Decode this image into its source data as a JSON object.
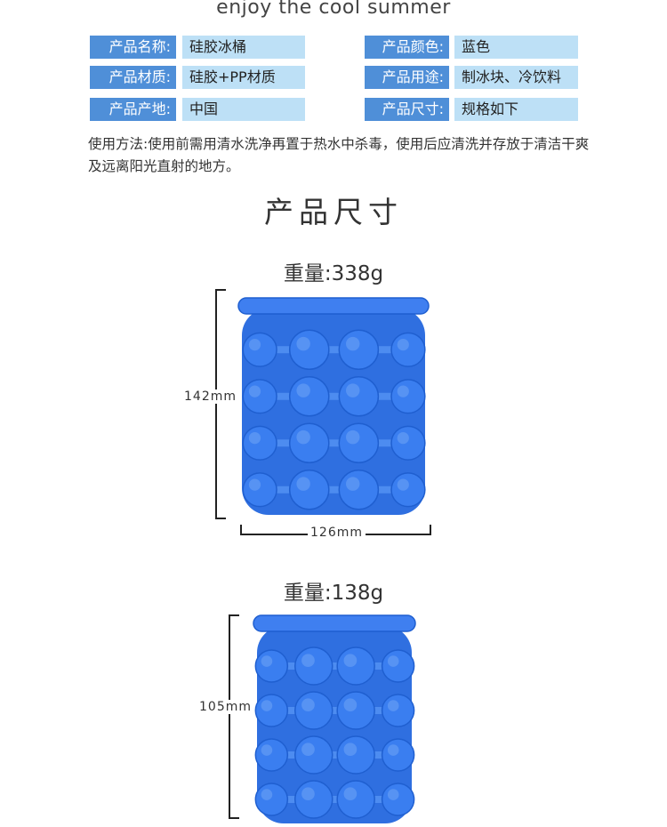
{
  "header": {
    "title": "enjoy the cool summer"
  },
  "specs": {
    "left": [
      {
        "label": "产品名称:",
        "value": "硅胶冰桶"
      },
      {
        "label": "产品材质:",
        "value": "硅胶+PP材质"
      },
      {
        "label": "产品产地:",
        "value": "中国"
      }
    ],
    "right": [
      {
        "label": "产品颜色:",
        "value": "蓝色"
      },
      {
        "label": "产品用途:",
        "value": "制冰块、冷饮料"
      },
      {
        "label": "产品尺寸:",
        "value": "规格如下"
      }
    ]
  },
  "usage": "使用方法:使用前需用清水洗净再置于热水中杀毒，使用后应清洗并存放于清洁干爽及远离阳光直射的地方。",
  "section_title": "产品尺寸",
  "products": [
    {
      "weight": "重量:338g",
      "height": "142mm",
      "width": "126mm"
    },
    {
      "weight": "重量:138g",
      "height": "105mm"
    }
  ],
  "colors": {
    "label_bg": "#4f8fd8",
    "value_bg": "#bde0f6",
    "bucket": "#2f6fe0"
  }
}
